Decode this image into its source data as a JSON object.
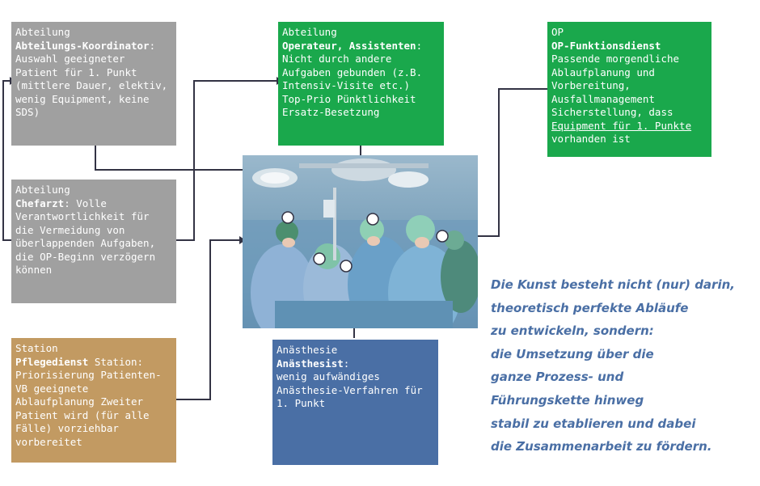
{
  "boxes": {
    "koordinator": {
      "dept": "Abteilung",
      "role": "Abteilungs-Koordinator",
      "text": ": Auswahl geeigneter Patient für 1. Punkt (mittlere Dauer, elektiv, wenig Equipment, keine SDS)"
    },
    "chefarzt": {
      "dept": "Abteilung",
      "role": "Chefarzt",
      "text": ": Volle Verantwortlichkeit für die Vermeidung von überlappenden Aufgaben, die OP-Beginn verzögern können"
    },
    "pflege": {
      "dept": "Station",
      "role": "Pflegedienst",
      "role_suffix": " Station:",
      "text": "Priorisierung Patienten-VB geeignete Ablaufplanung Zweiter Patient wird (für alle Fälle) vorziehbar vorbereitet"
    },
    "operateur": {
      "dept": "Abteilung",
      "role": "Operateur, Assistenten",
      "text": ": Nicht durch andere Aufgaben gebunden (z.B. Intensiv-Visite etc.) Top-Prio Pünktlichkeit Ersatz-Besetzung"
    },
    "op": {
      "dept": "OP",
      "role": "OP-Funktionsdienst",
      "text": "Passende morgendliche Ablaufplanung und Vorbereitung, Ausfallmanagement Sicherstellung, dass ",
      "underlined": "Equipment für 1. Punkte",
      "text_after": " vorhanden ist"
    },
    "anaesthesie": {
      "dept": "Anästhesie",
      "role": "Anästhesist",
      "role_suffix": ":",
      "text": "wenig aufwändiges Anästhesie-Verfahren für 1. Punkt"
    }
  },
  "quote": [
    "Die Kunst besteht nicht (nur) darin,",
    "theoretisch perfekte Abläufe",
    "zu entwickeln, sondern:",
    "die Umsetzung über die",
    "ganze Prozess- und",
    "Führungskette hinweg",
    "stabil zu etablieren und dabei",
    "die Zusammenarbeit zu fördern."
  ],
  "colors": {
    "gray_box": "#a0a0a0",
    "green_box": "#1aa84c",
    "tan_box": "#c29a62",
    "blue_box": "#4a6fa5",
    "connector": "#333344",
    "quote_text": "#4a6fa5"
  }
}
